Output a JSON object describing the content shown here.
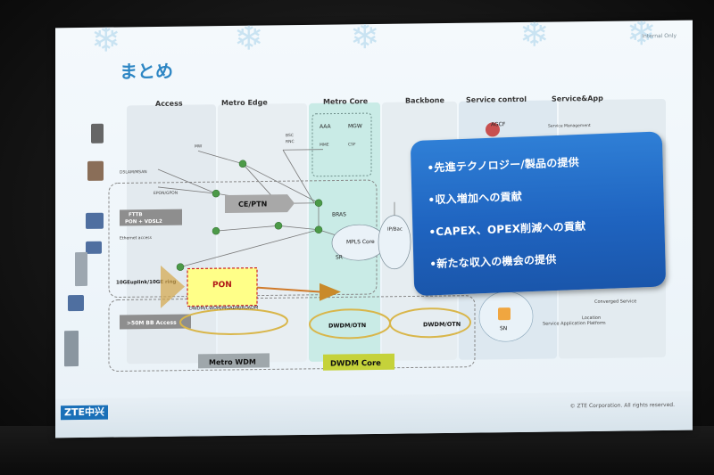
{
  "slide": {
    "title": "まとめ",
    "internal_label": "Internal Only",
    "logo": "ZTE中兴",
    "copyright": "© ZTE Corporation. All rights reserved."
  },
  "columns": [
    "Access",
    "Metro Edge",
    "Metro Core",
    "Backbone",
    "Service control",
    "Service&App"
  ],
  "diagram_labels": {
    "ce_ptn": "CE/PTN",
    "pon": "PON",
    "metro_wdm": "Metro WDM",
    "dwdm_core": "DWDM Core",
    "mpls_core": "MPLS Core",
    "bras": "BRAS",
    "sr": "SR",
    "fttb": "FTTB",
    "pon_vdsl": "PON + VDSL2",
    "ethernet_access": "Ethernet access",
    "uplink": "10GEuplink/10GE ring",
    "bb_access": ">50M BB Access",
    "dwdm_otn_1": "DWDM/OTN",
    "dwdm_otn_2": "DWDM/OTN",
    "dwdm_cwdm": "DWDM/CWDM/MOADM/ROADM",
    "aaa": "AAA",
    "mgw": "MGW",
    "mw": "MW",
    "agcf": "AGCF",
    "sn": "SN",
    "ip_backbone": "IP/Bac",
    "service_management": "Service Management",
    "converged_service": "Converged Service",
    "location": "Location",
    "service_app_platform": "Service Application Platform",
    "epon_gpon": "EPON/GPON",
    "dslam_msan": "DSLAM/MSAN",
    "rnc": "RNC",
    "bsc": "BSC",
    "csf": "CSF",
    "mme": "MME"
  },
  "callout": {
    "items": [
      "•先進テクノロジー/製品の提供",
      "•収入増加への貢献",
      "•CAPEX、OPEX削減への貢献",
      "•新たな収入の機会の提供"
    ]
  },
  "colors": {
    "title": "#2d86c4",
    "callout": "#2370cc",
    "ce_ptn": "#a8a8a8",
    "pon_fill": "#ffff88",
    "pon_border": "#cc2222",
    "metro_wdm": "#9fa7ab",
    "dwdm_core": "#c5d23a"
  }
}
